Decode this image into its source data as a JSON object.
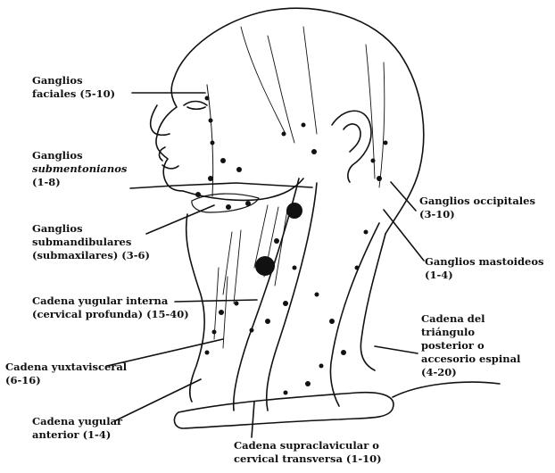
{
  "labels": {
    "faciales": {
      "line1": "Ganglios",
      "line2": "faciales (5-10)"
    },
    "submentonianos": {
      "line1": "Ganglios",
      "line2": "submentonianos",
      "line3": "(1-8)"
    },
    "submandibulares": {
      "line1": "Ganglios",
      "line2": "submandibulares",
      "line3": "(submaxilares) (3-6)"
    },
    "yugular_interna": {
      "line1": "Cadena yugular interna",
      "line2": "(cervical profunda) (15-40)"
    },
    "yuxtavisceral": {
      "line1": "Cadena yuxtavisceral",
      "line2": "(6-16)"
    },
    "yugular_anterior": {
      "line1": "Cadena yugular",
      "line2": "anterior (1-4)"
    },
    "supraclavicular": {
      "line1": "Cadena supraclavicular o",
      "line2": "cervical transversa (1-10)"
    },
    "occipitales": {
      "line1": "Ganglios occipitales",
      "line2": "(3-10)"
    },
    "mastoideos": {
      "line1": "Ganglios mastoideos",
      "line2": "(1-4)"
    },
    "triangulo_posterior": {
      "line1": "Cadena del",
      "line2": "triángulo",
      "line3": "posterior o",
      "line4": "accesorio espinal",
      "line5": "(4-20)"
    }
  },
  "colors": {
    "ink": "#111111",
    "background": "#ffffff"
  }
}
